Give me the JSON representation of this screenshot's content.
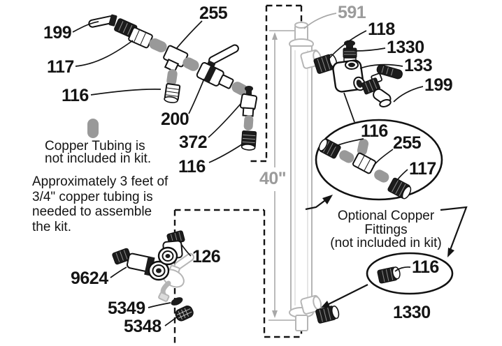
{
  "diagram": {
    "description": "Exploded parts diagram of a draft tower kit with numbered part callouts",
    "colors": {
      "ink": "#141414",
      "copper_segment_gray": "#999999",
      "tube_outline_gray": "#b5b5b5",
      "muted_label_gray": "#9b9b9b",
      "dark_part": "#1c1c1c"
    },
    "part_labels": {
      "tl_199": "199",
      "tl_117": "117",
      "tl_116": "116",
      "tl_255": "255",
      "tl_200": "200",
      "tl_372": "372",
      "tl_116b": "116",
      "tube_591": "591",
      "tr_118": "118",
      "tr_1330": "1330",
      "tr_133": "133",
      "tr_199": "199",
      "oval_116": "116",
      "oval_255": "255",
      "oval_117": "117",
      "small_oval_116": "116",
      "br_1330": "1330",
      "bl_126": "126",
      "bl_9624": "9624",
      "bl_5349": "5349",
      "bl_5348": "5348"
    },
    "dimension": {
      "tube_length": "40\""
    },
    "notes": {
      "copper_note": [
        "Copper Tubing is",
        "not included in kit."
      ],
      "approx_note": [
        "Approximately 3 feet of",
        "3/4\" copper tubing is",
        "needed to assemble",
        "the kit."
      ],
      "optional_note": [
        "Optional Copper",
        "Fittings",
        "(not included in kit)"
      ]
    }
  }
}
